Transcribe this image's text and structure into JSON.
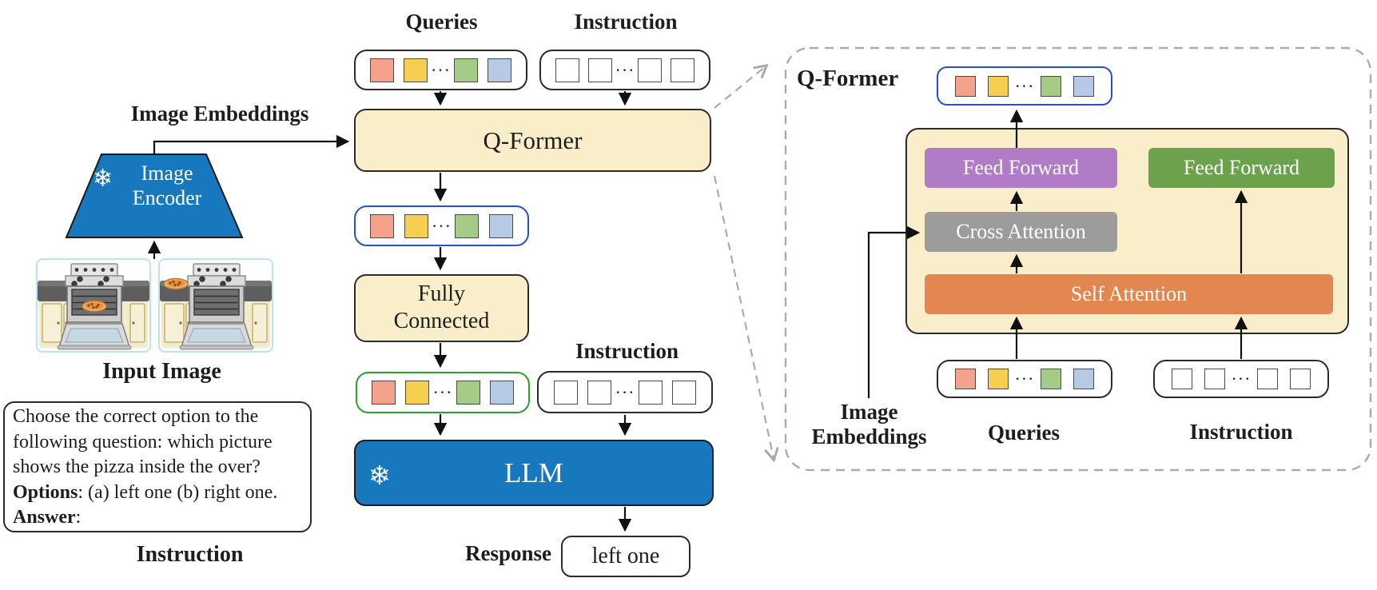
{
  "figure": {
    "main": {
      "queries_label": "Queries",
      "instruction_top_label": "Instruction",
      "qformer": "Q-Former",
      "fully_connected": "Fully Connected",
      "instruction_mid_label": "Instruction",
      "llm": "LLM",
      "snowflake": "❄",
      "response_label": "Response",
      "response_value": "left one"
    },
    "left": {
      "image_embeddings_label": "Image Embeddings",
      "image_encoder": "Image Encoder",
      "snowflake": "❄",
      "input_image_label": "Input Image",
      "instruction_label": "Instruction",
      "prompt_lines": [
        {
          "t": "Choose the correct option to the"
        },
        {
          "t": "following question: which picture"
        },
        {
          "t": "shows the pizza inside the over?"
        },
        {
          "b": "Options",
          "t": ": (a) left one (b) right one."
        },
        {
          "b": "Answer",
          "t": ":"
        }
      ]
    },
    "panel": {
      "title": "Q-Former",
      "feed_forward_left": "Feed Forward",
      "feed_forward_right": "Feed Forward",
      "cross_attention": "Cross Attention",
      "self_attention": "Self Attention",
      "queries_label": "Queries",
      "instruction_label": "Instruction",
      "image_embeddings_label": "Image Embeddings"
    },
    "tokens": {
      "dots": "···",
      "count": 4,
      "colored": [
        "#F5A28C",
        "#F6CF52",
        "#A4CC86",
        "#B6C9E6"
      ],
      "plain_color": "#FFFFFF"
    },
    "colors": {
      "box_fill_cream": "#FAEECA",
      "frozen_blue": "#1878BE",
      "feed_forward_purple": "#AF7CC5",
      "feed_forward_green": "#6CA14D",
      "cross_attention_gray": "#9C9C9C",
      "self_attention_orange": "#E28750",
      "query_outline_blue": "#2450CC",
      "query_outline_green": "#2CA02C",
      "dashed_gray": "#ABABAB"
    }
  }
}
